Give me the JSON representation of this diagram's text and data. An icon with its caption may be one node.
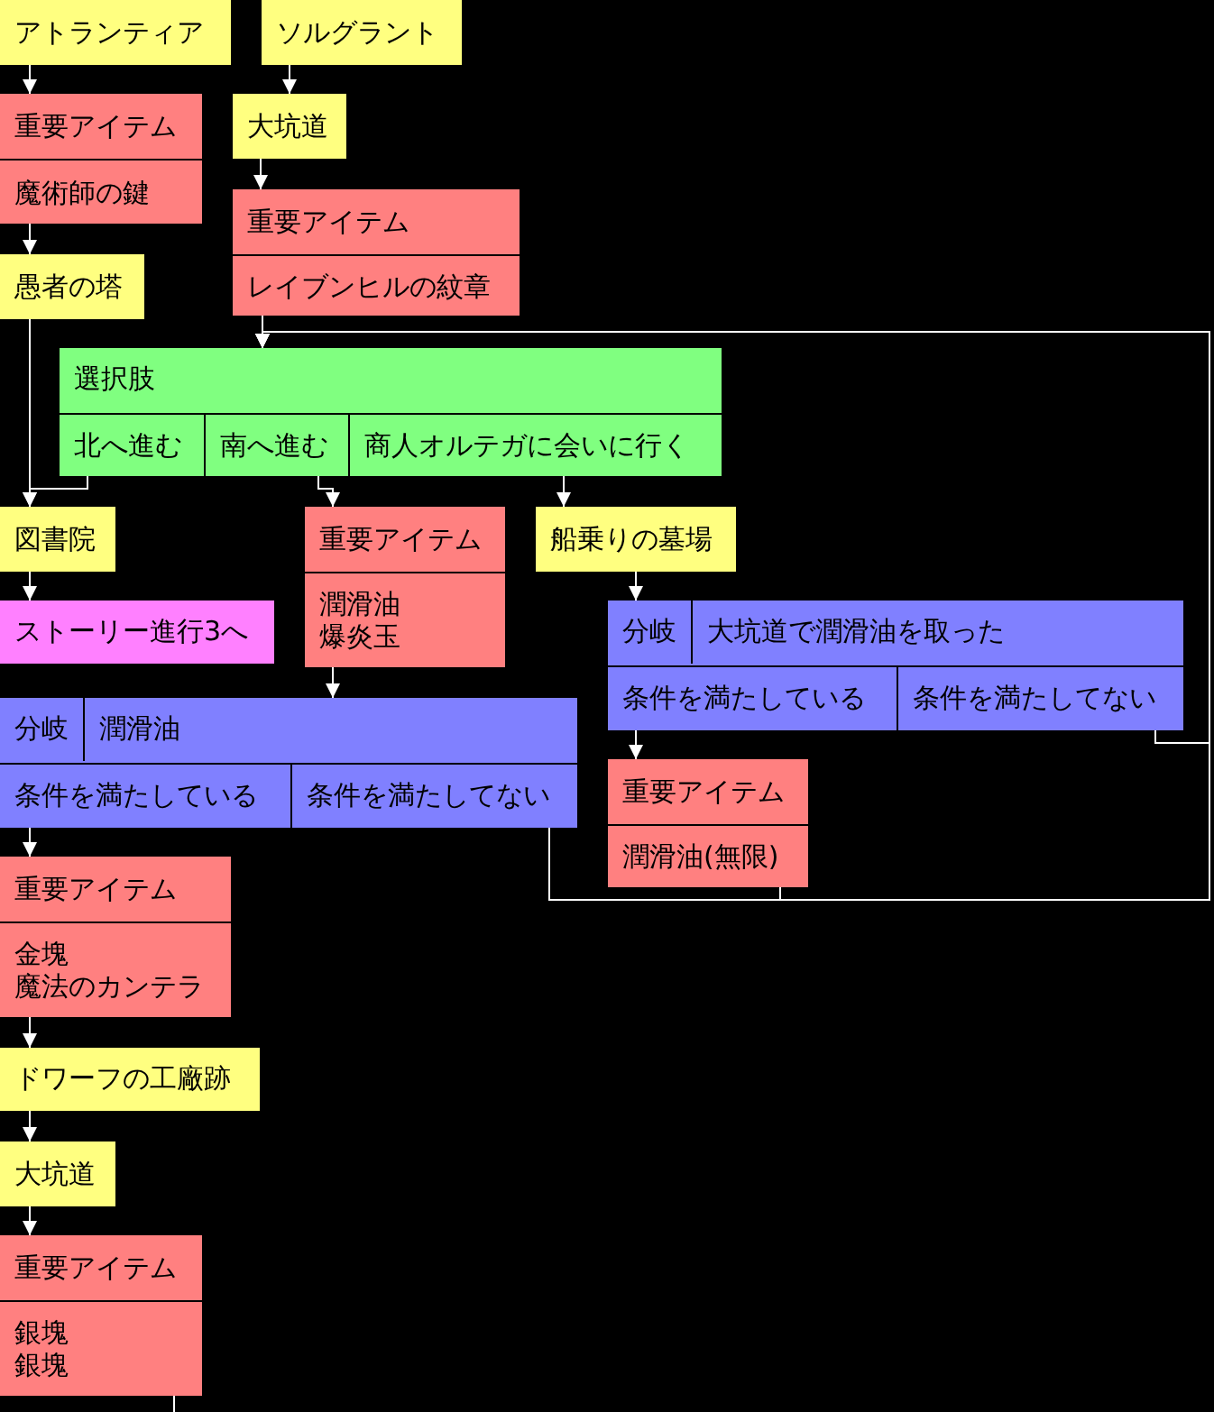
{
  "diagram": {
    "nodes": [
      {
        "text": [
          "アトランティア"
        ]
      },
      {
        "text": [
          "ソルグラント"
        ]
      },
      {
        "text": [
          "重要アイテム",
          "魔術師の鍵"
        ]
      },
      {
        "text": [
          "大坑道"
        ]
      },
      {
        "text": [
          "重要アイテム",
          "レイブンヒルの紋章"
        ]
      },
      {
        "text": [
          "愚者の塔"
        ]
      },
      {
        "text": [
          "選択肢"
        ]
      },
      {
        "text": [
          "北へ進む"
        ],
        "in": 6
      },
      {
        "text": [
          "南へ進む"
        ],
        "in": 6
      },
      {
        "text": [
          "商人オルテガに会いに行く"
        ],
        "in": 6
      },
      {
        "text": [
          "図書院"
        ]
      },
      {
        "text": [
          "重要アイテム",
          "潤滑油",
          "爆炎玉"
        ]
      },
      {
        "text": [
          "船乗りの墓場"
        ]
      },
      {
        "text": [
          "ストーリー進行3へ"
        ]
      },
      {
        "text": [
          "分岐",
          "潤滑油"
        ]
      },
      {
        "text": [
          "条件を満たしている"
        ],
        "in": 14
      },
      {
        "text": [
          "条件を満たしてない"
        ],
        "in": 14
      },
      {
        "text": [
          "分岐",
          "大坑道で潤滑油を取った"
        ]
      },
      {
        "text": [
          "条件を満たしている"
        ],
        "in": 17
      },
      {
        "text": [
          "条件を満たしてない"
        ],
        "in": 17
      },
      {
        "text": [
          "重要アイテム",
          "潤滑油(無限)"
        ]
      },
      {
        "text": [
          "重要アイテム",
          "金塊",
          "魔法のカンテラ"
        ]
      },
      {
        "text": [
          "ドワーフの工廠跡"
        ]
      },
      {
        "text": [
          "大坑道"
        ]
      },
      {
        "text": [
          "重要アイテム",
          "銀塊",
          "銀塊"
        ]
      }
    ],
    "edges": [
      {
        "from": 0,
        "to": 2,
        "arrow": "to"
      },
      {
        "from": 1,
        "to": 3,
        "arrow": "to"
      },
      {
        "from": 2,
        "to": 5,
        "arrow": "to"
      },
      {
        "from": 3,
        "to": 4,
        "arrow": "to"
      },
      {
        "from": 4,
        "to": 6,
        "arrow": "to"
      },
      {
        "from": 5,
        "to": 10,
        "arrow": "to"
      },
      {
        "from": 7,
        "to": 10,
        "arrow": "to"
      },
      {
        "from": 8,
        "to": 11,
        "arrow": "to"
      },
      {
        "from": 9,
        "to": 12,
        "arrow": "to"
      },
      {
        "from": 10,
        "to": 13,
        "arrow": "to"
      },
      {
        "from": 11,
        "to": 14,
        "arrow": "to"
      },
      {
        "from": 12,
        "to": 17,
        "arrow": "to"
      },
      {
        "from": 15,
        "to": 21,
        "arrow": "to"
      },
      {
        "from": 18,
        "to": 20,
        "arrow": "to"
      },
      {
        "from": 16,
        "to": 6,
        "arrow": "to"
      },
      {
        "from": 20,
        "to": 6,
        "arrow": "to"
      },
      {
        "from": 19,
        "to": 6,
        "arrow": "to"
      },
      {
        "from": 21,
        "to": 22,
        "arrow": "to"
      },
      {
        "from": 22,
        "to": 23,
        "arrow": "to"
      },
      {
        "from": 23,
        "to": 24,
        "arrow": "to"
      },
      {
        "from": 24,
        "to": null,
        "arrow": "none"
      }
    ]
  }
}
